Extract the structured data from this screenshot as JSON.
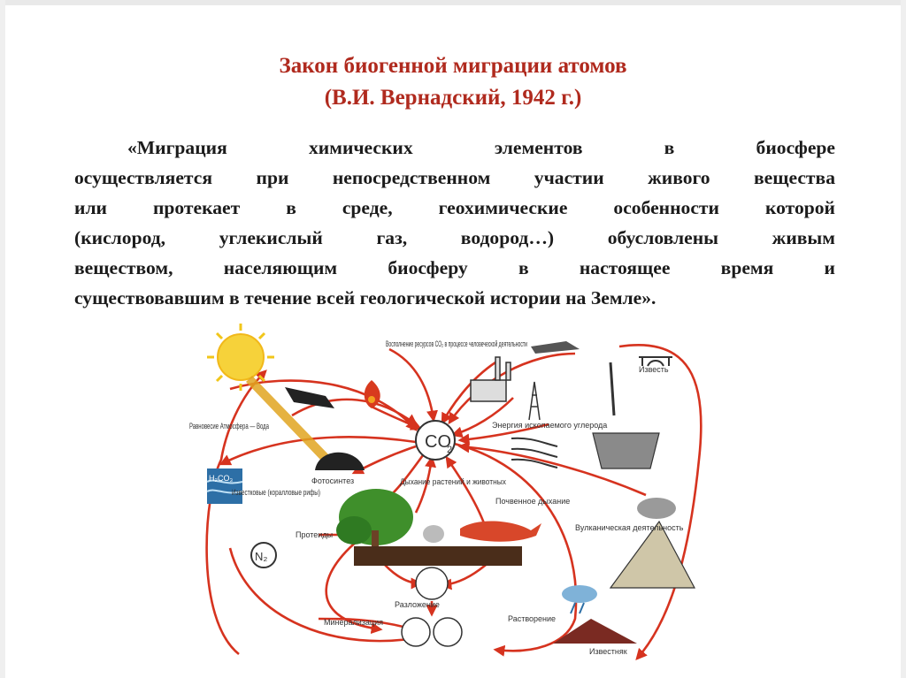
{
  "slide": {
    "title_line1": "Закон биогенной миграции атомов",
    "title_line2": "(В.И. Вернадский, 1942 г.)",
    "quote_lines": [
      "«Миграция химических элементов в биосфере",
      "осуществляется при непосредственном участии живого вещества",
      "или протекает в среде, геохимические особенности которой",
      "(кислород, углекислый газ, водород…) обусловлены живым",
      "веществом, населяющим биосферу в настоящее время и",
      "существовавшим в течение всей геологической истории на Земле»."
    ],
    "title_color": "#b02a1e"
  },
  "diagram": {
    "center_label": "CO",
    "center_sub": "2",
    "labels": {
      "human": "Восполнение ресурсов CO₂ в процессе человеческой деятельности",
      "limestone_top": "Известь",
      "equilibrium": "Равновесие Атмосфера — Вода",
      "fossil_energy": "Энергия ископаемого углерода",
      "h2co3": "H₂CO₃",
      "limestone_reefs": "Известковые (коралловые рифы)",
      "photosynthesis": "Фотосинтез",
      "respiration": "Дыхание растений и животных",
      "soil": "Почвенное дыхание",
      "protein": "Протеиды",
      "volcanic": "Вулканическая деятельность",
      "n2": "N₂",
      "decomposition": "Разложение",
      "dissolution": "Растворение",
      "mineralization": "Минерализация",
      "limestone_bottom": "Известняк"
    },
    "colors": {
      "arrow": "#d6331f",
      "sun": "#f6d23a",
      "tree": "#3f8f2b",
      "fox": "#d8472a"
    }
  }
}
